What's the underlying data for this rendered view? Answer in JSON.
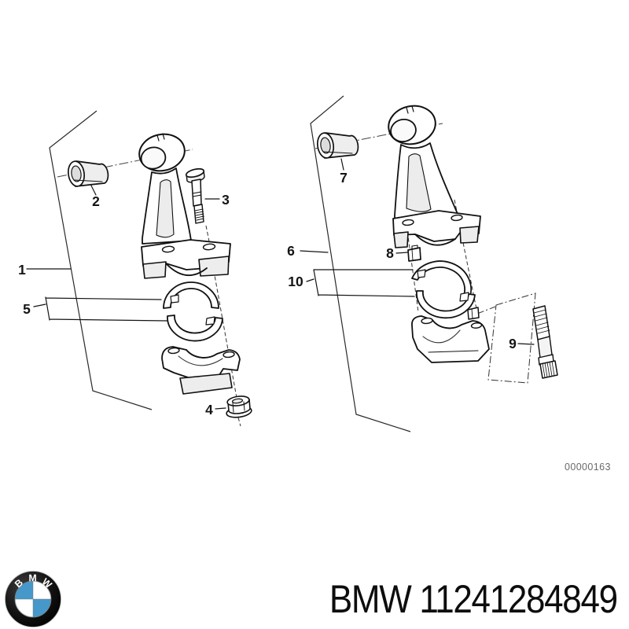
{
  "diagram": {
    "code": "00000163",
    "callouts": [
      {
        "id": 1,
        "label": "1"
      },
      {
        "id": 2,
        "label": "2"
      },
      {
        "id": 3,
        "label": "3"
      },
      {
        "id": 4,
        "label": "4"
      },
      {
        "id": 5,
        "label": "5"
      },
      {
        "id": 6,
        "label": "6"
      },
      {
        "id": 7,
        "label": "7"
      },
      {
        "id": 8,
        "label": "8"
      },
      {
        "id": 9,
        "label": "9"
      },
      {
        "id": 10,
        "label": "10"
      }
    ]
  },
  "logo": {
    "letter_b": "B",
    "letter_m": "M",
    "letter_w": "W"
  },
  "footer": {
    "text": "BMW 11241284849"
  },
  "colors": {
    "line": "#141414",
    "bmw_blue": "#4598c9",
    "code_text": "#6a6a6a"
  }
}
